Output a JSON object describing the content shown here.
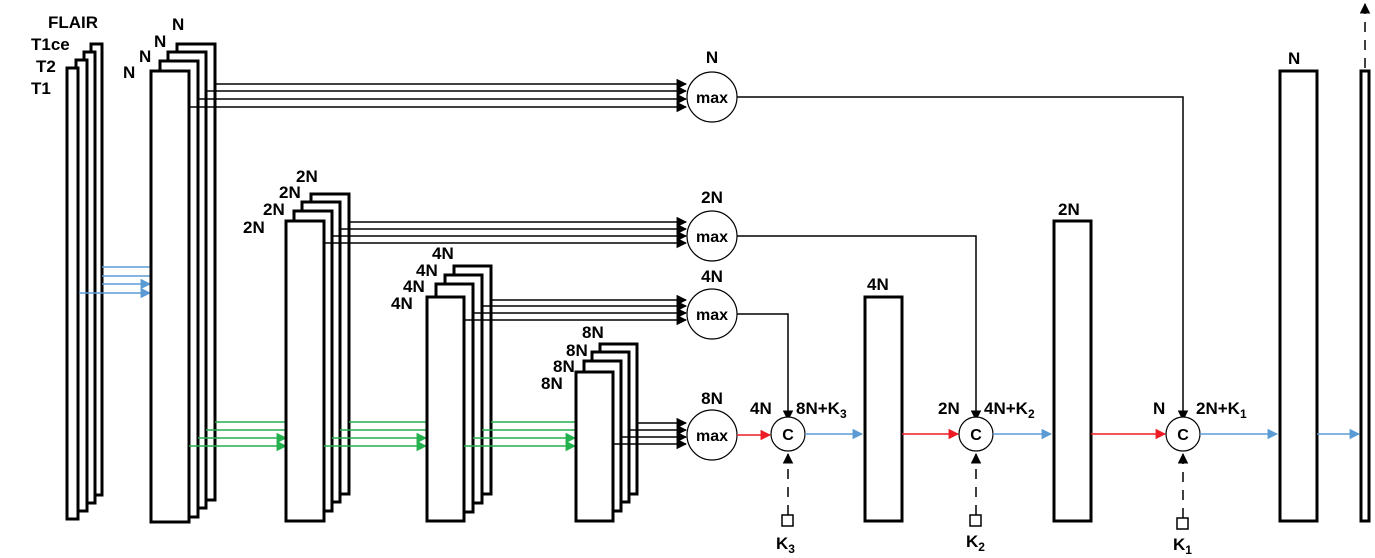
{
  "inputs": [
    "T1",
    "T2",
    "T1ce",
    "FLAIR"
  ],
  "encoder": [
    {
      "labels": [
        "N",
        "N",
        "N",
        "N"
      ]
    },
    {
      "labels": [
        "2N",
        "2N",
        "2N",
        "2N"
      ]
    },
    {
      "labels": [
        "4N",
        "4N",
        "4N",
        "4N"
      ]
    },
    {
      "labels": [
        "8N",
        "8N",
        "8N",
        "8N"
      ]
    }
  ],
  "max_nodes": [
    {
      "label": "N",
      "op": "max"
    },
    {
      "label": "2N",
      "op": "max"
    },
    {
      "label": "4N",
      "op": "max"
    },
    {
      "label": "8N",
      "op": "max"
    }
  ],
  "concat_nodes": [
    {
      "op": "C",
      "left": "4N",
      "right": "8N+K",
      "right_sub": "3",
      "k": "K",
      "k_sub": "3"
    },
    {
      "op": "C",
      "left": "2N",
      "right": "4N+K",
      "right_sub": "2",
      "k": "K",
      "k_sub": "2"
    },
    {
      "op": "C",
      "left": "N",
      "right": "2N+K",
      "right_sub": "1",
      "k": "K",
      "k_sub": "1"
    }
  ],
  "decoder": [
    {
      "label": "4N"
    },
    {
      "label": "2N"
    },
    {
      "label": "N"
    }
  ],
  "colors": {
    "stroke": "#000000",
    "blue_arrow": "#5b9bd5",
    "green_arrow": "#22b14c",
    "red_arrow": "#ed1c24"
  }
}
